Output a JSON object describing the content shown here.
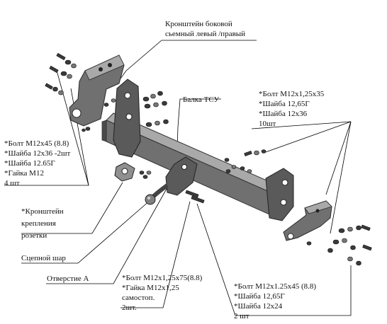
{
  "colors": {
    "steel_dark": "#3a3a3a",
    "steel_mid": "#707070",
    "steel_light": "#a9a9a9",
    "leader": "#000000"
  },
  "labels": {
    "side_bracket": [
      "Кронштейн боковой",
      "сьемный левый /правый"
    ],
    "beam": "Балка ТСУ",
    "right_bolts": [
      "*Болт М12х1,25х35",
      "*Шайба 12,65Г",
      "*Шайба 12х36",
      "10шт"
    ],
    "left_bolts": [
      "*Болт М12х45 (8.8)",
      "*Шайба 12х36 -2шт",
      "*Шайба 12.65Г",
      "*Гайка М12",
      "4 шт"
    ],
    "socket_bracket": [
      "*Кронштейн",
      "крепления",
      "розетки"
    ],
    "ball": "Сцепной шар",
    "hole": "Отверстие А",
    "center_bolts": [
      "*Болт М12х1,25х75(8.8)",
      "*Гайка М12х1,25",
      "самостоп.",
      "2шт."
    ],
    "bottom_bolts": [
      "*Болт М12х1.25х45 (8.8)",
      "*Шайба 12,65Г",
      "*Шайба 12х24",
      "2 шт"
    ]
  }
}
